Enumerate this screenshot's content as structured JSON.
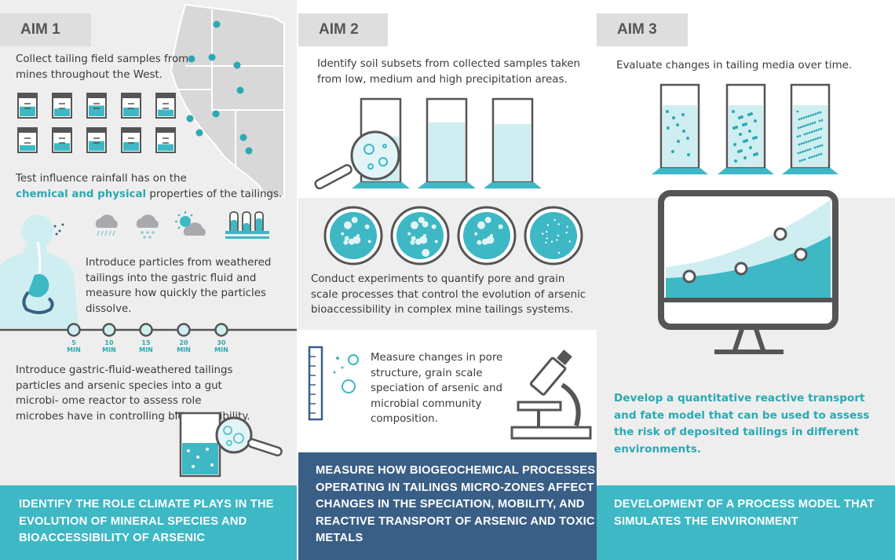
{
  "aim1": {
    "tag": "AIM 1",
    "collect_text": "Collect tailing field samples from mines throughout the West.",
    "rain_text_1": "Test influence rainfall has on the",
    "rain_text_highlight": "chemical and physical",
    "rain_text_2": "properties of the tailings.",
    "gastric_text": "Introduce particles from weathered tailings into the gastric fluid and measure how quickly the particles dissolve.",
    "timeline": [
      {
        "value": "5",
        "unit": "MIN"
      },
      {
        "value": "10",
        "unit": "MIN"
      },
      {
        "value": "15",
        "unit": "MIN"
      },
      {
        "value": "20",
        "unit": "MIN"
      },
      {
        "value": "30",
        "unit": "MIN"
      }
    ],
    "microbiome_text": "Introduce gastric-fluid-weathered tailings particles and arsenic species into a gut microbi- ome reactor to assess role microbes have in controlling bioaccessibility.",
    "band": "IDENTIFY THE ROLE CLIMATE PLAYS IN THE EVOLUTION OF MINERAL SPECIES AND BIOACCESSIBILITY OF ARSENIC"
  },
  "aim2": {
    "tag": "AIM 2",
    "subsets_text": "Identify soil subsets from collected samples taken from low, medium and high precipitation areas.",
    "experiments_text": "Conduct experiments to quantify pore and grain scale processes that control the evolution of arsenic bioaccessibility in complex mine tailings systems.",
    "measure_text": "Measure changes in pore structure, grain scale speciation of arsenic and microbial community composition.",
    "band": "MEASURE HOW BIOGEOCHEMICAL PROCESSES OPERATING IN TAILINGS MICRO-ZONES AFFECT CHANGES IN THE SPECIATION, MOBILITY, AND REACTIVE TRANSPORT OF ARSENIC AND TOXIC METALS"
  },
  "aim3": {
    "tag": "AIM 3",
    "evaluate_text": "Evaluate changes in tailing media over time.",
    "model_text": "Develop a quantitative reactive transport and fate model that can be used to assess the risk of deposited tailings in different environments.",
    "band": "DEVELOPMENT OF A PROCESS MODEL THAT SIMULATES THE ENVIRONMENT"
  },
  "colors": {
    "teal": "#2aa9b3",
    "teal_band": "#3db8c4",
    "navy_band": "#3a5f86",
    "dark_gray": "#555555",
    "light_teal": "#cfeef1"
  },
  "icons": [
    "us-west-map",
    "sample-jar-icon",
    "cloud-rain-icon",
    "cloud-hail-icon",
    "sun-cloud-icon",
    "test-tube-rack-icon",
    "human-digestive-icon",
    "beaker-icon",
    "magnifier-icon",
    "graduated-cylinder-icon",
    "petri-dish-icon",
    "microbe-icon",
    "microscope-icon",
    "monitor-chart-icon"
  ]
}
